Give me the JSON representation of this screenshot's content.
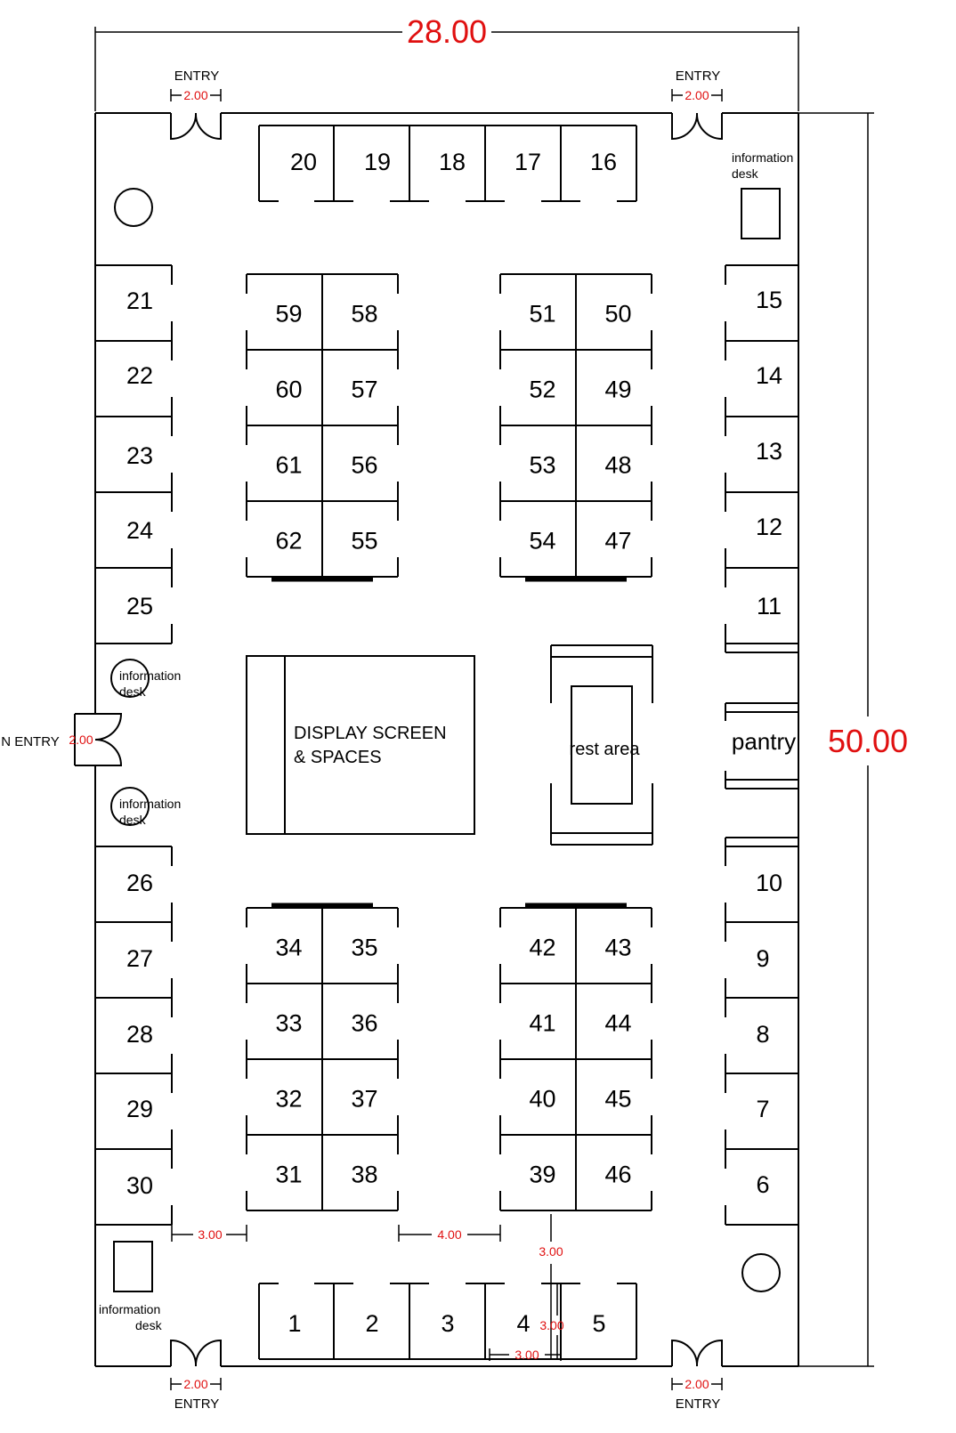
{
  "dimensions": {
    "width_label": "28.00",
    "height_label": "50.00"
  },
  "entry_label": "ENTRY",
  "entry_width_label": "2.00",
  "side_entry_label": "N ENTRY",
  "information_desk": {
    "line1": "information",
    "line2": "desk"
  },
  "display_screen": {
    "line1": "DISPLAY SCREEN",
    "line2": "& SPACES"
  },
  "rest_area_label": "rest area",
  "pantry_label": "pantry",
  "aisle_dims": {
    "left": "3.00",
    "middle": "4.00",
    "vertical": "3.00",
    "booth_inner_v": "3.00",
    "booth_inner_h": "3.00"
  },
  "booths": {
    "top": [
      "20",
      "19",
      "18",
      "17",
      "16"
    ],
    "bottom": [
      "1",
      "2",
      "3",
      "4",
      "5"
    ],
    "left_upper": [
      "21",
      "22",
      "23",
      "24",
      "25"
    ],
    "left_lower": [
      "26",
      "27",
      "28",
      "29",
      "30"
    ],
    "right_upper": [
      "15",
      "14",
      "13",
      "12",
      "11"
    ],
    "right_lower": [
      "10",
      "9",
      "8",
      "7",
      "6"
    ],
    "island_top_left": [
      [
        "59",
        "58"
      ],
      [
        "60",
        "57"
      ],
      [
        "61",
        "56"
      ],
      [
        "62",
        "55"
      ]
    ],
    "island_top_right": [
      [
        "51",
        "50"
      ],
      [
        "52",
        "49"
      ],
      [
        "53",
        "48"
      ],
      [
        "54",
        "47"
      ]
    ],
    "island_bottom_left": [
      [
        "34",
        "35"
      ],
      [
        "33",
        "36"
      ],
      [
        "32",
        "37"
      ],
      [
        "31",
        "38"
      ]
    ],
    "island_bottom_right": [
      [
        "42",
        "43"
      ],
      [
        "41",
        "44"
      ],
      [
        "40",
        "45"
      ],
      [
        "39",
        "46"
      ]
    ]
  }
}
